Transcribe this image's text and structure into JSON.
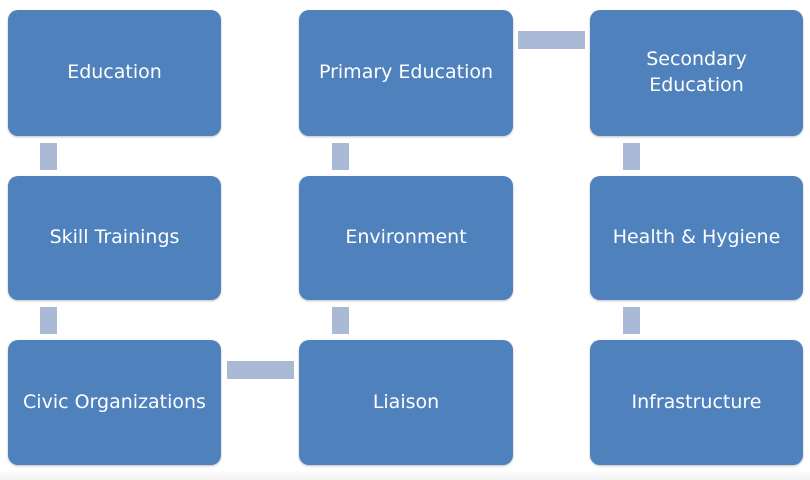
{
  "nodes": {
    "education": "Education",
    "primary_education": "Primary Education",
    "secondary_education": "Secondary\nEducation",
    "skill_trainings": "Skill Trainings",
    "environment": "Environment",
    "health_hygiene": "Health & Hygiene",
    "civic_organizations": "Civic Organizations",
    "liaison": "Liaison",
    "infrastructure": "Infrastructure"
  },
  "colors": {
    "box_fill": "#4f81bd",
    "connector": "#a9b9d6",
    "text": "#ffffff"
  }
}
